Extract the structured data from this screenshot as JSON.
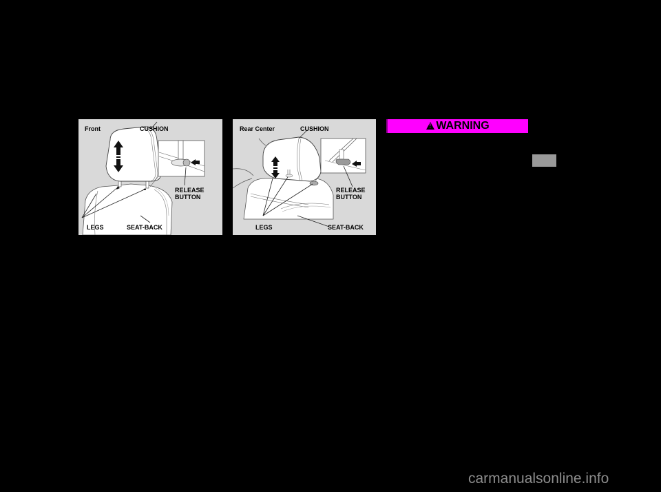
{
  "figures": {
    "front": {
      "title": "Front",
      "labels": {
        "cushion": "CUSHION",
        "release_button": "RELEASE\nBUTTON",
        "legs": "LEGS",
        "seat_back": "SEAT-BACK"
      }
    },
    "rear_center": {
      "title": "Rear Center",
      "labels": {
        "cushion": "CUSHION",
        "release_button": "RELEASE\nBUTTON",
        "legs": "LEGS",
        "seat_back": "SEAT-BACK"
      }
    }
  },
  "warning": {
    "icon": "warning-triangle-icon",
    "label": "WARNING",
    "color": "#ff00ff"
  },
  "side_tab": {
    "color": "#999999"
  },
  "watermark": {
    "text": "carmanualsonline.info"
  }
}
